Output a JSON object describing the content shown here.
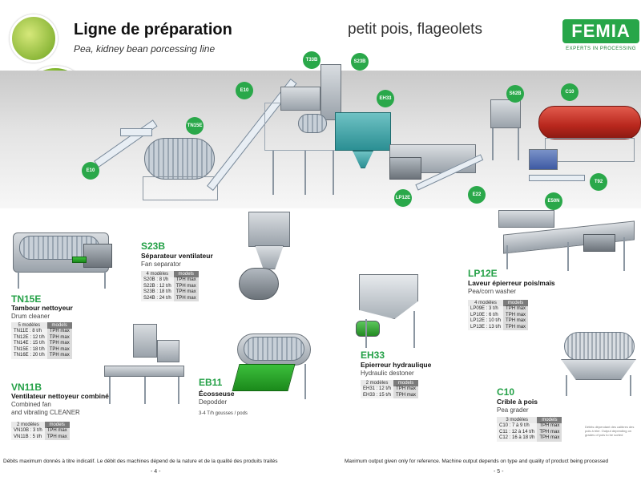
{
  "header": {
    "title": "Ligne de préparation",
    "subtitle": "Pea, kidney bean porcessing line",
    "right_title": "petit pois, flageolets",
    "logo_text": "FEMIA",
    "logo_tagline": "EXPERTS IN PROCESSING"
  },
  "line_tags": [
    {
      "id": "t1",
      "label": "E10"
    },
    {
      "id": "t2",
      "label": "TN15E"
    },
    {
      "id": "t3",
      "label": "E10"
    },
    {
      "id": "t4",
      "label": "T33B"
    },
    {
      "id": "t5",
      "label": "S23B"
    },
    {
      "id": "t6",
      "label": "EH33"
    },
    {
      "id": "t7",
      "label": "LP12E"
    },
    {
      "id": "t8",
      "label": "E22"
    },
    {
      "id": "t9",
      "label": "S62B"
    },
    {
      "id": "t10",
      "label": "C10"
    },
    {
      "id": "t11",
      "label": "E50N"
    },
    {
      "id": "t12",
      "label": "T92"
    }
  ],
  "products": {
    "tn15e": {
      "code": "TN15E",
      "name_fr": "Tambour nettoyeur",
      "name_en": "Drum cleaner",
      "col1": "5 modèles",
      "col2": "models",
      "rows": [
        {
          "m": "TN11E :",
          "v": "8 t/h",
          "u": "TPH max"
        },
        {
          "m": "TN12E :",
          "v": "12 t/h",
          "u": "TPH max"
        },
        {
          "m": "TN14E :",
          "v": "15 t/h",
          "u": "TPH max"
        },
        {
          "m": "TN15E :",
          "v": "18 t/h",
          "u": "TPH max"
        },
        {
          "m": "TN16E :",
          "v": "20 t/h",
          "u": "TPH max"
        }
      ]
    },
    "s23b": {
      "code": "S23B",
      "name_fr": "Séparateur ventilateur",
      "name_en": "Fan separator",
      "col1": "4 modèles",
      "col2": "models",
      "rows": [
        {
          "m": "S20B :",
          "v": "8 t/h",
          "u": "TPH max"
        },
        {
          "m": "S22B :",
          "v": "12 t/h",
          "u": "TPH max"
        },
        {
          "m": "S23B :",
          "v": "18 t/h",
          "u": "TPH max"
        },
        {
          "m": "S24B :",
          "v": "24 t/h",
          "u": "TPH max"
        }
      ]
    },
    "vn11b": {
      "code": "VN11B",
      "name_fr": "Ventilateur nettoyeur combiné",
      "name_en_1": "Combined fan",
      "name_en_2": "and vibrating CLEANER",
      "col1": "2 modèles",
      "col2": "models",
      "rows": [
        {
          "m": "VN10B :",
          "v": "3 t/h",
          "u": "TPH max"
        },
        {
          "m": "VN11B :",
          "v": "5 t/h",
          "u": "TPH max"
        }
      ]
    },
    "eb11": {
      "code": "EB11",
      "name_fr": "Écosseuse",
      "name_en": "Depodder",
      "capacity": "3-4 T/h gousses / pods"
    },
    "eh33": {
      "code": "EH33",
      "name_fr": "Epierreur hydraulique",
      "name_en": "Hydraulic destoner",
      "col1": "2 modèles",
      "col2": "models",
      "rows": [
        {
          "m": "EH31 :",
          "v": "12 t/h",
          "u": "TPH max"
        },
        {
          "m": "EH33 :",
          "v": "15 t/h",
          "u": "TPH max"
        }
      ]
    },
    "lp12e": {
      "code": "LP12E",
      "name_fr": "Laveur épierreur pois/maïs",
      "name_en": "Pea/corn washer",
      "col1": "4 modèles",
      "col2": "models",
      "rows": [
        {
          "m": "LP09E :",
          "v": "3 t/h",
          "u": "TPH max"
        },
        {
          "m": "LP10E :",
          "v": "6 t/h",
          "u": "TPH max"
        },
        {
          "m": "LP12E :",
          "v": "10 t/h",
          "u": "TPH max"
        },
        {
          "m": "LP13E :",
          "v": "13 t/h",
          "u": "TPH max"
        }
      ]
    },
    "c10": {
      "code": "C10",
      "name_fr": "Crible à pois",
      "name_en": "Pea grader",
      "col1": "3 modèles",
      "col2": "models",
      "rows": [
        {
          "m": "C10 :",
          "v": "7 à 9 t/h",
          "u": "TPH max"
        },
        {
          "m": "C11 :",
          "v": "12 à 14 t/h",
          "u": "TPH max"
        },
        {
          "m": "C12 :",
          "v": "16 à 18 t/h",
          "u": "TPH max"
        }
      ],
      "note": "Débits dépendant des calibres des pois à trier. Output depending on grades of pois to be sorted"
    }
  },
  "footer": {
    "left": "Débits maximum donnés à titre indicatif. Le débit des machines dépend de la nature et de la qualité des produits traités",
    "right": "Maximum output given only for reference. Machine output depends on type and quality of product being processed",
    "page_left": "- 4 -",
    "page_right": "- 5 -"
  },
  "colors": {
    "accent": "#23a046",
    "red_drum": "#c0392b",
    "teal": "#2b8f93"
  }
}
